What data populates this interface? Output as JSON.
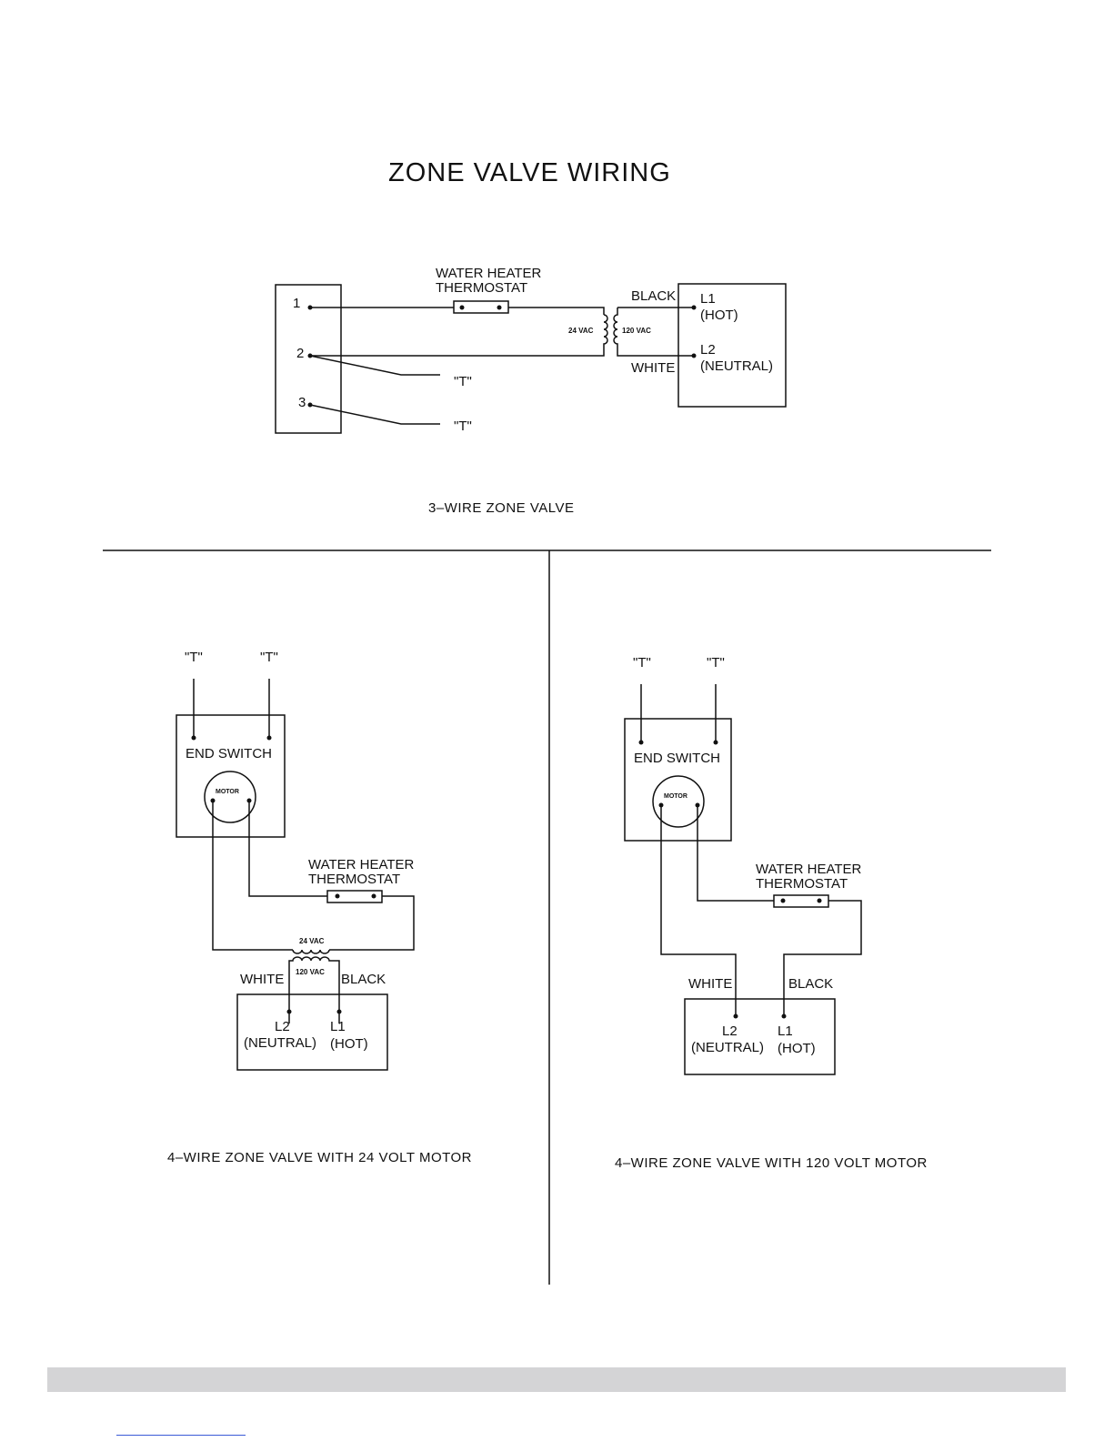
{
  "title": "ZONE VALVE WIRING",
  "three_wire": {
    "caption": "3–WIRE ZONE VALVE",
    "terminal_1": "1",
    "terminal_2": "2",
    "terminal_3": "3",
    "thermostat_line1": "WATER HEATER",
    "thermostat_line2": "THERMOSTAT",
    "secondary_voltage": "24 VAC",
    "primary_voltage": "120 VAC",
    "black_wire": "BLACK",
    "white_wire": "WHITE",
    "l1": "L1",
    "l1_desc": "(HOT)",
    "l2": "L2",
    "l2_desc": "(NEUTRAL)",
    "t_upper": "\"T\"",
    "t_lower": "\"T\""
  },
  "four_wire_24": {
    "caption": "4–WIRE ZONE VALVE WITH 24 VOLT MOTOR",
    "t_left": "\"T\"",
    "t_right": "\"T\"",
    "end_switch": "END SWITCH",
    "motor": "MOTOR",
    "thermostat_line1": "WATER HEATER",
    "thermostat_line2": "THERMOSTAT",
    "secondary_voltage": "24 VAC",
    "primary_voltage": "120 VAC",
    "white_wire": "WHITE",
    "black_wire": "BLACK",
    "l2": "L2",
    "l2_desc": "(NEUTRAL)",
    "l1": "L1",
    "l1_desc": "(HOT)"
  },
  "four_wire_120": {
    "caption": "4–WIRE ZONE VALVE WITH 120 VOLT MOTOR",
    "t_left": "\"T\"",
    "t_right": "\"T\"",
    "end_switch": "END SWITCH",
    "motor": "MOTOR",
    "thermostat_line1": "WATER HEATER",
    "thermostat_line2": "THERMOSTAT",
    "white_wire": "WHITE",
    "black_wire": "BLACK",
    "l2": "L2",
    "l2_desc": "(NEUTRAL)",
    "l1": "L1",
    "l1_desc": "(HOT)"
  }
}
